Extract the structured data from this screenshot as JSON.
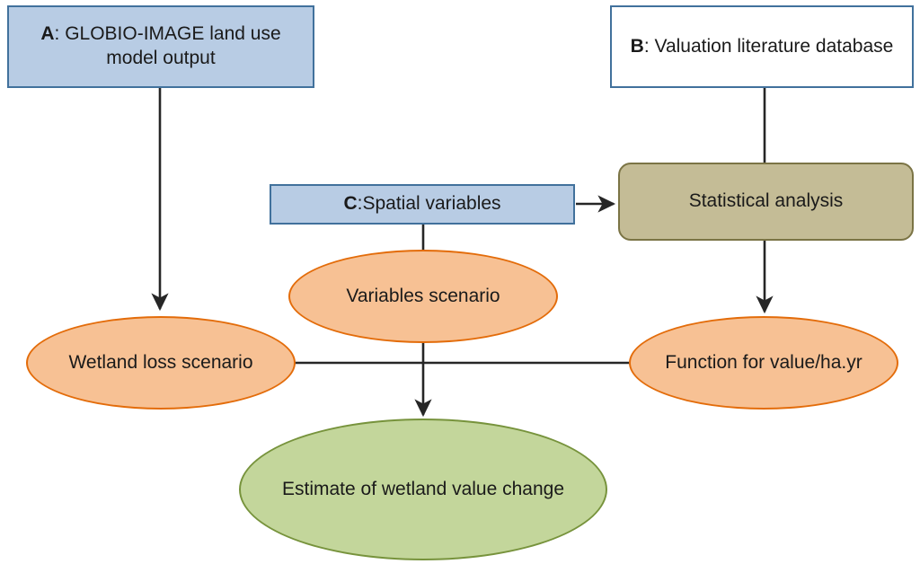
{
  "diagram": {
    "title_present": false,
    "background_color": "#ffffff",
    "edge_color": "#262626",
    "nodes": [
      {
        "id": "a",
        "name": "globio-image-box",
        "prefix": "A",
        "separator": ": ",
        "text": "GLOBIO-IMAGE  land use model output",
        "full_text": "A: GLOBIO-IMAGE  land use model output",
        "shape": "rectangle",
        "fill": "#b8cce4",
        "stroke": "#41719c"
      },
      {
        "id": "b",
        "name": "valuation-literature-box",
        "prefix": "B",
        "separator": ": ",
        "text": "Valuation literature database",
        "full_text": "B: Valuation literature database",
        "shape": "rectangle",
        "fill": "#ffffff",
        "stroke": "#41719c"
      },
      {
        "id": "c",
        "name": "spatial-variables-box",
        "prefix": "C",
        "separator": ":",
        "text": "Spatial variables",
        "full_text": "C:Spatial variables",
        "shape": "rectangle",
        "fill": "#b8cce4",
        "stroke": "#41719c"
      },
      {
        "id": "stat",
        "name": "statistical-analysis-box",
        "text": "Statistical analysis",
        "shape": "rounded-rectangle",
        "fill": "#c4bc96",
        "stroke": "#7b7445"
      },
      {
        "id": "varscen",
        "name": "variables-scenario-ellipse",
        "text": "Variables scenario",
        "shape": "ellipse",
        "fill": "#f7c194",
        "stroke": "#e36c0a"
      },
      {
        "id": "wetloss",
        "name": "wetland-loss-scenario-ellipse",
        "text": "Wetland loss scenario",
        "shape": "ellipse",
        "fill": "#f7c194",
        "stroke": "#e36c0a"
      },
      {
        "id": "func",
        "name": "function-for-value-ellipse",
        "text": "Function for value/ha.yr",
        "shape": "ellipse",
        "fill": "#f7c194",
        "stroke": "#e36c0a"
      },
      {
        "id": "estimate",
        "name": "estimate-wetland-value-change-ellipse",
        "text": "Estimate of wetland value change",
        "shape": "ellipse",
        "fill": "#c3d69b",
        "stroke": "#77933c"
      }
    ],
    "edges": [
      {
        "name": "edge-a-to-wetland-loss",
        "from": "a",
        "to": "wetloss",
        "arrow": true,
        "direction": "down"
      },
      {
        "name": "edge-b-to-statistical-analysis",
        "from": "b",
        "to": "stat",
        "arrow": false,
        "direction": "down"
      },
      {
        "name": "edge-c-to-statistical-analysis",
        "from": "c",
        "to": "stat",
        "arrow": true,
        "direction": "right"
      },
      {
        "name": "edge-statistical-analysis-to-function",
        "from": "stat",
        "to": "func",
        "arrow": true,
        "direction": "down"
      },
      {
        "name": "edge-c-to-variables-scenario",
        "from": "c",
        "to": "varscen",
        "arrow": false,
        "direction": "down"
      },
      {
        "name": "edge-variables-scenario-to-estimate",
        "from": "varscen",
        "to": "estimate",
        "arrow": true,
        "direction": "down"
      },
      {
        "name": "edge-wetland-loss-to-function",
        "from": "wetloss",
        "to": "func",
        "arrow": false,
        "direction": "right"
      }
    ]
  }
}
